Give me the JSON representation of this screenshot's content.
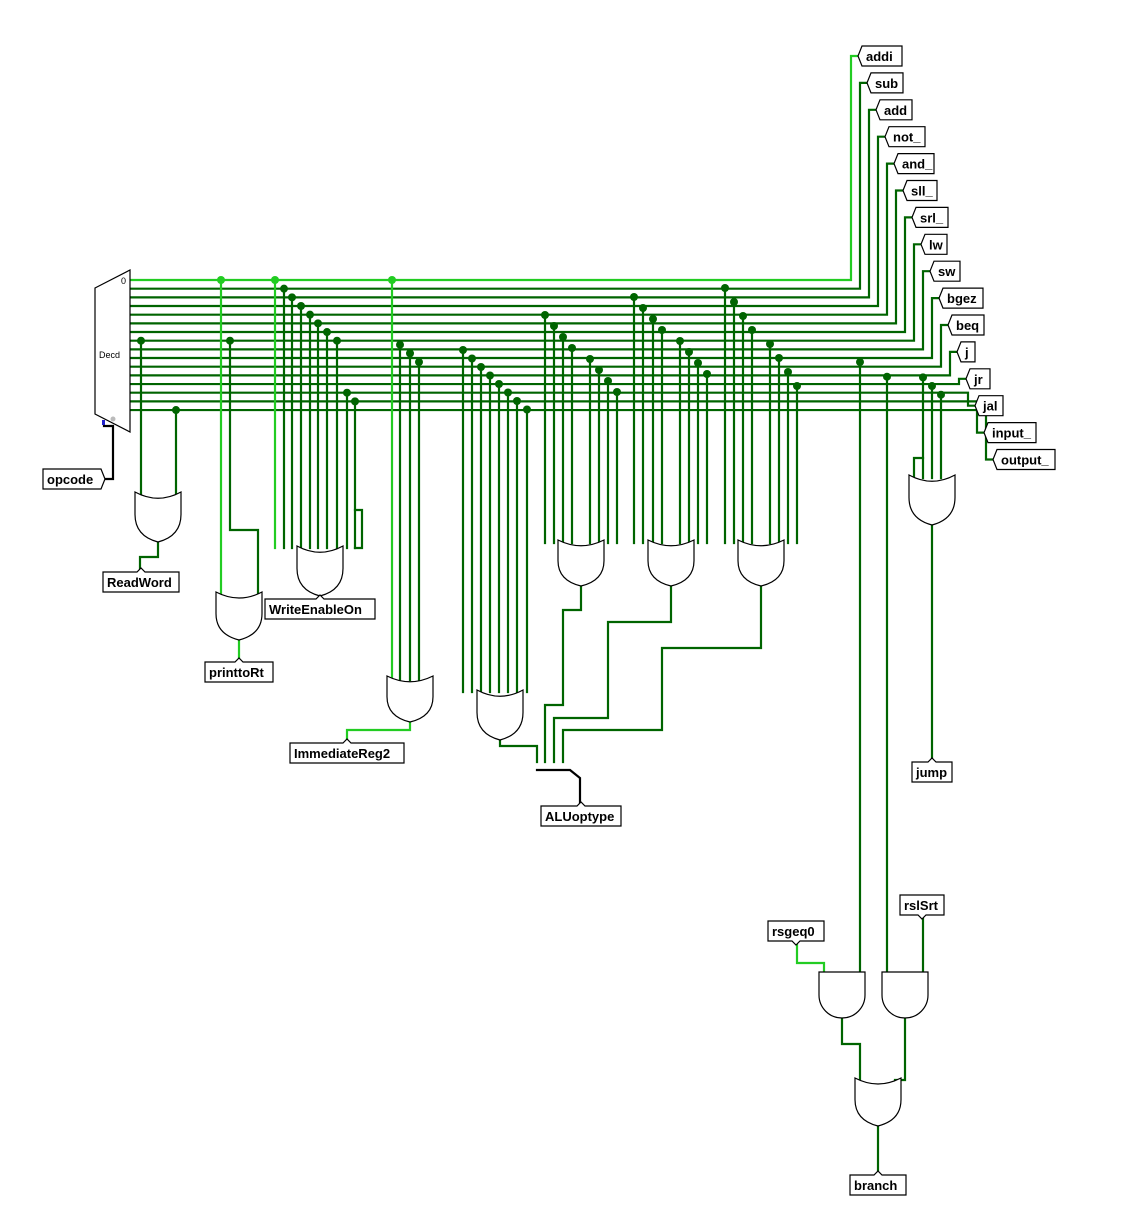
{
  "colors": {
    "wire_dark": "#006400",
    "wire_active": "#22cc22",
    "bus": "#000000",
    "junction_dark": "#006400",
    "junction_active": "#22cc22"
  },
  "decoder": {
    "label": "Decd",
    "first_output": "0"
  },
  "inputs": {
    "opcode": "opcode",
    "rsgeq0": "rsgeq0",
    "rslSrt": "rslSrt"
  },
  "decoder_outputs": [
    "addi",
    "sub",
    "add",
    "not_",
    "and_",
    "sll_",
    "srl_",
    "lw",
    "sw",
    "bgez",
    "beq",
    "j",
    "jr",
    "jal",
    "input_",
    "output_"
  ],
  "outputs": {
    "ReadWord": "ReadWord",
    "printtoRt": "printtoRt",
    "WriteEnableOn": "WriteEnableOn",
    "ImmediateReg2": "ImmediateReg2",
    "ALUoptype": "ALUoptype",
    "jump": "jump",
    "branch": "branch"
  },
  "gates": [
    {
      "type": "OR",
      "output": "ReadWord"
    },
    {
      "type": "OR",
      "output": "printtoRt"
    },
    {
      "type": "OR",
      "output": "WriteEnableOn"
    },
    {
      "type": "OR",
      "output": "ImmediateReg2"
    },
    {
      "type": "OR",
      "output": "ALUoptype bit 0"
    },
    {
      "type": "OR",
      "output": "ALUoptype bit 1"
    },
    {
      "type": "OR",
      "output": "ALUoptype bit 2"
    },
    {
      "type": "OR",
      "output": "ALUoptype bit 3"
    },
    {
      "type": "OR",
      "output": "jump"
    },
    {
      "type": "AND",
      "inputs": [
        "bgez",
        "rsgeq0"
      ]
    },
    {
      "type": "AND",
      "inputs": [
        "beq",
        "rslSrt"
      ]
    },
    {
      "type": "OR",
      "output": "branch"
    }
  ]
}
